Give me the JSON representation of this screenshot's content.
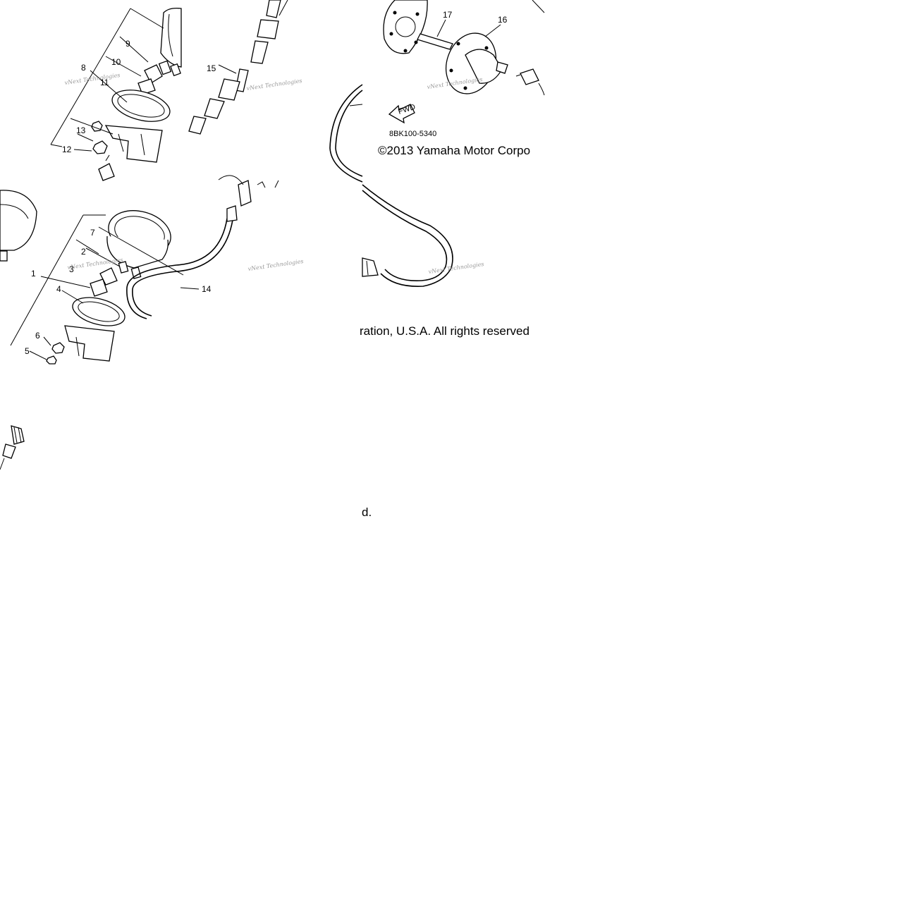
{
  "diagram": {
    "part_code": "8BK100-5340",
    "fwd_label": "FWD",
    "copyright_part1": "©2013 Yamaha Motor Corpo",
    "copyright_part2": "ration, U.S.A. All rights reserved",
    "copyright_part3": "d.",
    "watermark": "vNext Technologies",
    "callouts": [
      "1",
      "2",
      "3",
      "4",
      "5",
      "6",
      "7",
      "8",
      "9",
      "10",
      "11",
      "12",
      "13",
      "14",
      "15",
      "16",
      "17"
    ]
  }
}
